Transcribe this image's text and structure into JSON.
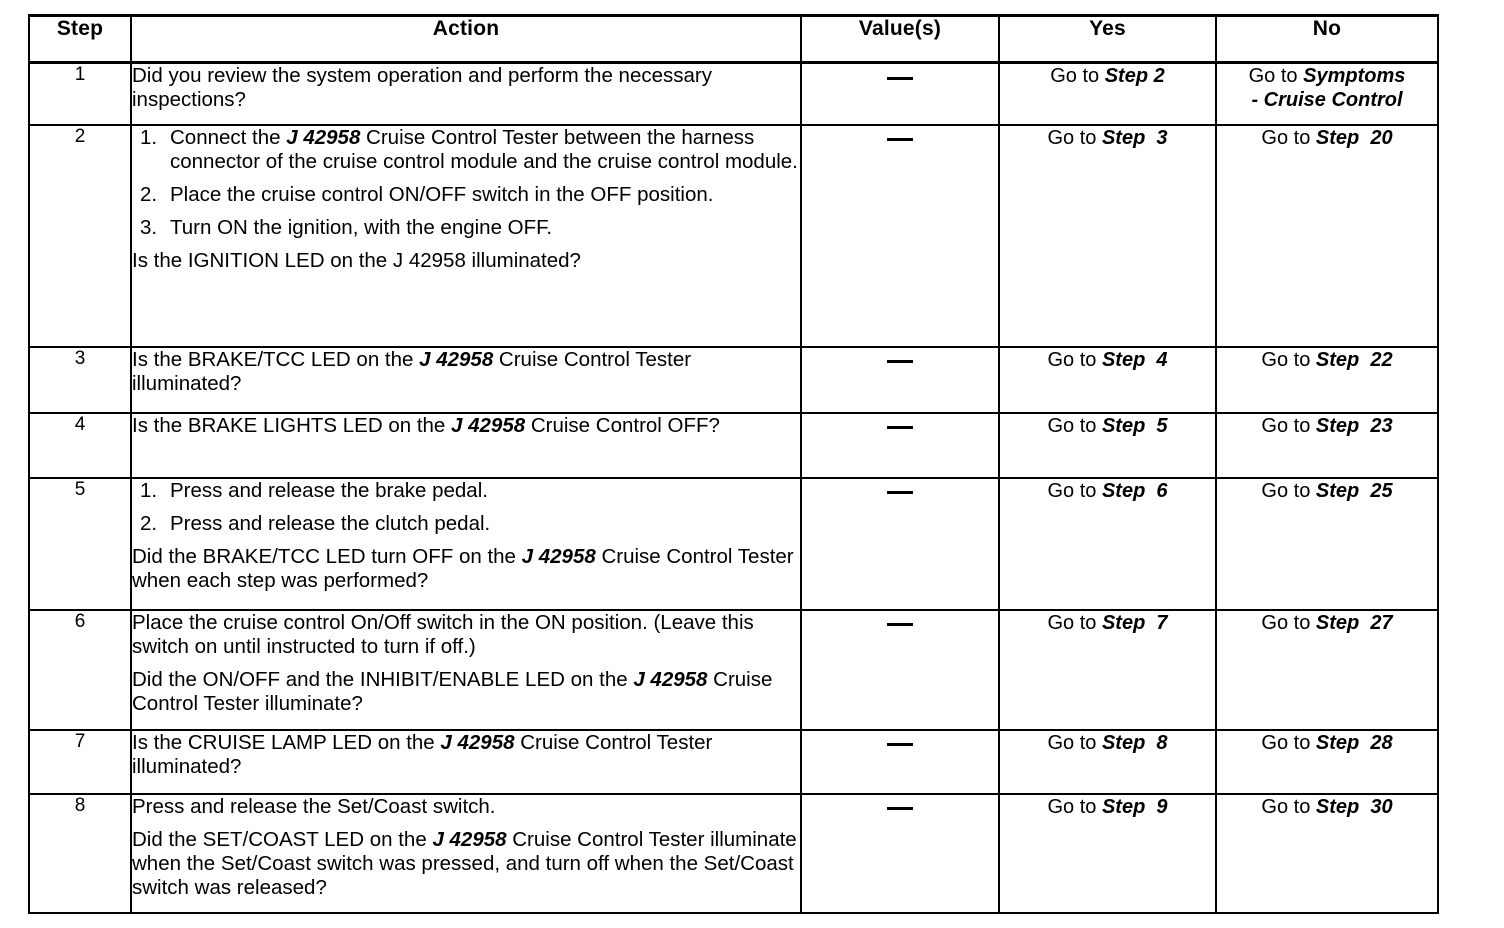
{
  "table": {
    "headers": {
      "step": "Step",
      "action": "Action",
      "value": "Value(s)",
      "yes": "Yes",
      "no": "No"
    },
    "rows": [
      {
        "step": "1",
        "action_lines": [
          "Did you review the system operation and perform the necessary inspections?"
        ],
        "value": "—",
        "yes": "Go to Step 2",
        "yes_prefix": "Go to ",
        "yes_target": "Step 2",
        "no_line1_prefix": "Go to ",
        "no_line1_target": "Symptoms",
        "no_line2": "- Cruise Control"
      },
      {
        "step": "2",
        "list": [
          {
            "num": "1.",
            "text_pre": "Connect the ",
            "tool": "J 42958",
            "text_post": " Cruise Control Tester between the harness connector of the cruise control module and the cruise control module."
          },
          {
            "num": "2.",
            "text_pre": "Place the cruise control ON/OFF switch in the OFF position.",
            "tool": "",
            "text_post": ""
          },
          {
            "num": "3.",
            "text_pre": "Turn ON the ignition, with the engine OFF.",
            "tool": "",
            "text_post": ""
          }
        ],
        "question": "Is the IGNITION LED on the J 42958 illuminated?",
        "value": "—",
        "yes_prefix": "Go to ",
        "yes_target": "Step  3",
        "no_prefix": "Go to ",
        "no_target": "Step  20"
      },
      {
        "step": "3",
        "q_pre": "Is the BRAKE/TCC LED on the ",
        "q_tool": "J 42958",
        "q_post": " Cruise Control Tester illuminated?",
        "value": "—",
        "yes_prefix": "Go to ",
        "yes_target": "Step  4",
        "no_prefix": "Go to ",
        "no_target": "Step  22"
      },
      {
        "step": "4",
        "q_pre": "Is the BRAKE LIGHTS LED on the ",
        "q_tool": "J 42958",
        "q_post": " Cruise Control OFF?",
        "value": "—",
        "yes_prefix": "Go to ",
        "yes_target": "Step  5",
        "no_prefix": "Go to ",
        "no_target": "Step  23"
      },
      {
        "step": "5",
        "list": [
          {
            "num": "1.",
            "text_pre": "Press and release the brake pedal.",
            "tool": "",
            "text_post": ""
          },
          {
            "num": "2.",
            "text_pre": "Press and release the clutch pedal.",
            "tool": "",
            "text_post": ""
          }
        ],
        "q_pre": "Did the BRAKE/TCC LED turn OFF on the ",
        "q_tool": "J 42958",
        "q_post": " Cruise Control Tester when each step was performed?",
        "value": "—",
        "yes_prefix": "Go to ",
        "yes_target": "Step  6",
        "no_prefix": "Go to ",
        "no_target": "Step  25"
      },
      {
        "step": "6",
        "para1": "Place the cruise control On/Off switch in the ON position. (Leave this switch on until instructed to turn if off.)",
        "q_pre": "Did the ON/OFF and the INHIBIT/ENABLE LED on the ",
        "q_tool": "J 42958",
        "q_post": " Cruise Control Tester illuminate?",
        "value": "—",
        "yes_prefix": "Go to ",
        "yes_target": "Step  7",
        "no_prefix": "Go to ",
        "no_target": "Step  27"
      },
      {
        "step": "7",
        "q_pre": "Is the CRUISE LAMP LED on the ",
        "q_tool": "J 42958",
        "q_post": " Cruise Control Tester illuminated?",
        "value": "—",
        "yes_prefix": "Go to ",
        "yes_target": "Step  8",
        "no_prefix": "Go to ",
        "no_target": "Step  28"
      },
      {
        "step": "8",
        "para1": "Press and release the Set/Coast switch.",
        "q_pre": "Did the SET/COAST LED on the ",
        "q_tool": "J 42958",
        "q_post": " Cruise Control Tester illuminate when the Set/Coast switch was pressed, and turn off when the Set/Coast switch was released?",
        "value": "—",
        "yes_prefix": "Go to ",
        "yes_target": "Step  9",
        "no_prefix": "Go to ",
        "no_target": "Step  30"
      }
    ]
  }
}
